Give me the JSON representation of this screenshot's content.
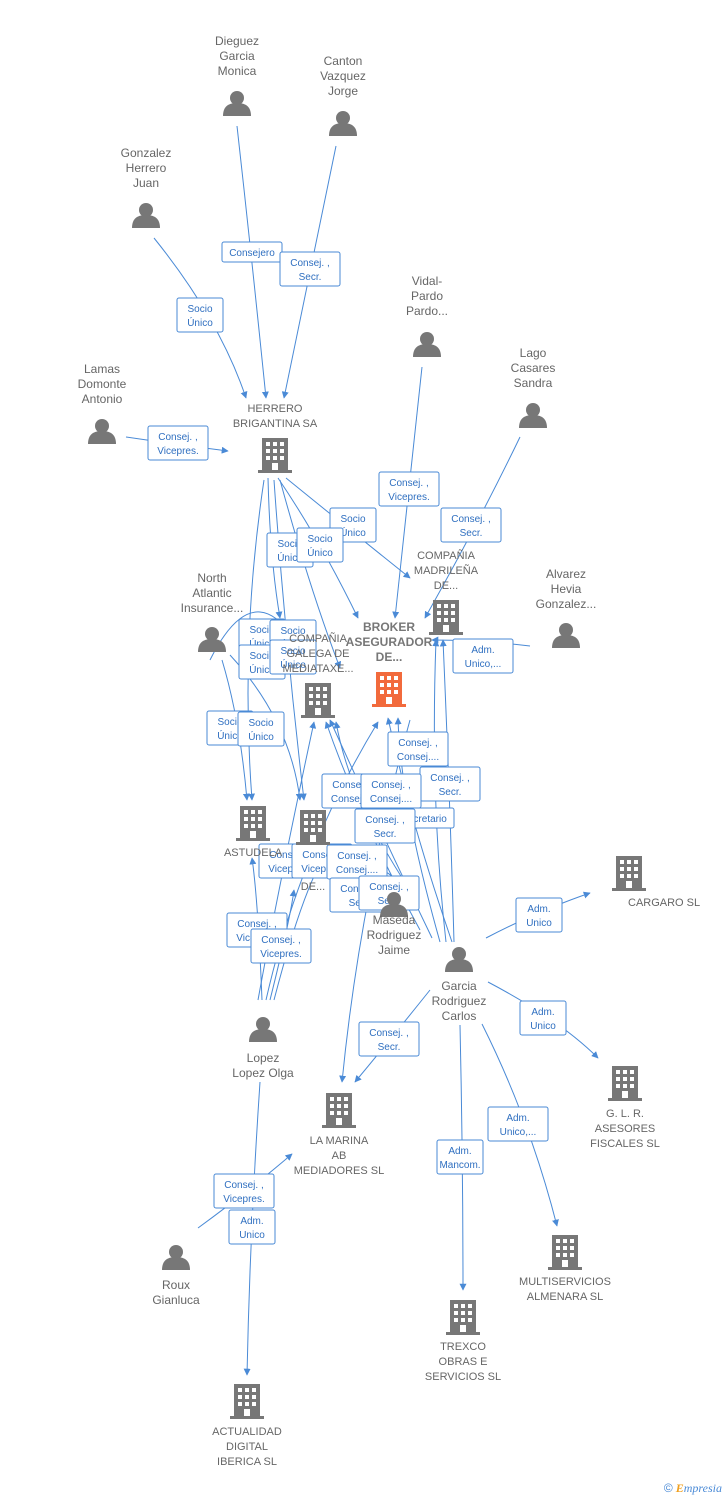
{
  "colors": {
    "edge": "#4a8ad6",
    "person": "#777777",
    "company": "#777777",
    "focus": "#f26a3c",
    "label": "#666666"
  },
  "people": [
    {
      "id": "dieguez",
      "lines": [
        "Dieguez",
        "Garcia",
        "Monica"
      ]
    },
    {
      "id": "canton",
      "lines": [
        "Canton",
        "Vazquez",
        "Jorge"
      ]
    },
    {
      "id": "gonzalez",
      "lines": [
        "Gonzalez",
        "Herrero",
        "Juan"
      ]
    },
    {
      "id": "vidal",
      "lines": [
        "Vidal-",
        "Pardo",
        "Pardo..."
      ]
    },
    {
      "id": "lago",
      "lines": [
        "Lago",
        "Casares",
        "Sandra"
      ]
    },
    {
      "id": "lamas",
      "lines": [
        "Lamas",
        "Domonte",
        "Antonio"
      ]
    },
    {
      "id": "north",
      "lines": [
        "North",
        "Atlantic",
        "Insurance..."
      ]
    },
    {
      "id": "alvarez",
      "lines": [
        "Alvarez",
        "Hevia",
        "Gonzalez..."
      ]
    },
    {
      "id": "maseda",
      "lines": [
        "Maseda",
        "Rodriguez",
        "Jaime"
      ]
    },
    {
      "id": "garcia",
      "lines": [
        "Garcia",
        "Rodriguez",
        "Carlos"
      ]
    },
    {
      "id": "lopez",
      "lines": [
        "Lopez",
        "Lopez Olga"
      ]
    },
    {
      "id": "roux",
      "lines": [
        "Roux",
        "Gianluca"
      ]
    }
  ],
  "companies": [
    {
      "id": "herrero_brigantina",
      "lines": [
        "HERRERO",
        "BRIGANTINA SA"
      ]
    },
    {
      "id": "compania_madrilena",
      "lines": [
        "COMPAÑIA",
        "MADRILEÑA",
        "DE..."
      ]
    },
    {
      "id": "broker",
      "lines": [
        "BROKER",
        "ASEGURADOR",
        "DE..."
      ],
      "focus": true
    },
    {
      "id": "compania_galega",
      "lines": [
        "COMPAÑIA",
        "GALEGA DE",
        "MEDIATAXE..."
      ]
    },
    {
      "id": "astudela",
      "lines": [
        "ASTUDELA"
      ]
    },
    {
      "id": "centro_de",
      "lines": [
        "DE..."
      ]
    },
    {
      "id": "cargaro",
      "lines": [
        "CARGARO SL"
      ]
    },
    {
      "id": "la_marina",
      "lines": [
        "LA MARINA",
        "AB",
        "MEDIADORES SL"
      ]
    },
    {
      "id": "glr",
      "lines": [
        "G.  L.  R.",
        "ASESORES",
        "FISCALES SL"
      ]
    },
    {
      "id": "multiservicios",
      "lines": [
        "MULTISERVICIOS",
        "ALMENARA  SL"
      ]
    },
    {
      "id": "trexco",
      "lines": [
        "TREXCO",
        "OBRAS E",
        "SERVICIOS SL"
      ]
    },
    {
      "id": "actualidad",
      "lines": [
        "ACTUALIDAD",
        "DIGITAL",
        "IBERICA  SL"
      ]
    }
  ],
  "relations": [
    {
      "id": "r1",
      "lines": [
        "Consejero"
      ]
    },
    {
      "id": "r2",
      "lines": [
        "Consej. ,",
        "Secr."
      ]
    },
    {
      "id": "r3",
      "lines": [
        "Socio",
        "Único"
      ]
    },
    {
      "id": "r4",
      "lines": [
        "Consej. ,",
        "Vicepres."
      ]
    },
    {
      "id": "r5",
      "lines": [
        "Consej. ,",
        "Vicepres."
      ]
    },
    {
      "id": "r6",
      "lines": [
        "Consej. ,",
        "Secr."
      ]
    },
    {
      "id": "r7",
      "lines": [
        "Socio",
        "Único"
      ]
    },
    {
      "id": "r8",
      "lines": [
        "Socio",
        "Único"
      ]
    },
    {
      "id": "r9",
      "lines": [
        "Socio",
        "Único"
      ]
    },
    {
      "id": "r10",
      "lines": [
        "Adm.",
        "Unico,..."
      ]
    },
    {
      "id": "r11",
      "lines": [
        "Socio",
        "Único"
      ]
    },
    {
      "id": "r12",
      "lines": [
        "Socio",
        "Único"
      ]
    },
    {
      "id": "r13",
      "lines": [
        "Socio",
        "Único"
      ]
    },
    {
      "id": "r14",
      "lines": [
        "Socio",
        "Único"
      ]
    },
    {
      "id": "r15",
      "lines": [
        "Socio",
        "Único"
      ]
    },
    {
      "id": "r16",
      "lines": [
        "Socio",
        "Único"
      ]
    },
    {
      "id": "r17",
      "lines": [
        "Consej. ,",
        "Consej...."
      ]
    },
    {
      "id": "r18",
      "lines": [
        "Consej. ,",
        "Secr."
      ]
    },
    {
      "id": "r19",
      "lines": [
        "Consej. ,",
        "Consej...."
      ]
    },
    {
      "id": "r20",
      "lines": [
        "Consej. ,",
        "Consej...."
      ]
    },
    {
      "id": "r21",
      "lines": [
        "Secretario"
      ]
    },
    {
      "id": "r22",
      "lines": [
        "Consej. ,",
        "Secr."
      ]
    },
    {
      "id": "r23",
      "lines": [
        "Consej. ,",
        "Vicepres."
      ]
    },
    {
      "id": "r24",
      "lines": [
        "Consej. ,",
        "Vicepres."
      ]
    },
    {
      "id": "r25",
      "lines": [
        "Consej. ,",
        "Consej...."
      ]
    },
    {
      "id": "r26",
      "lines": [
        "Consej. ,",
        "Secr."
      ]
    },
    {
      "id": "r27",
      "lines": [
        "Consej. ,",
        "Secr."
      ]
    },
    {
      "id": "r28",
      "lines": [
        "Consej. ,",
        "Vicepres."
      ]
    },
    {
      "id": "r29",
      "lines": [
        "Consej. ,",
        "Vicepres."
      ]
    },
    {
      "id": "r30",
      "lines": [
        "Adm.",
        "Unico"
      ]
    },
    {
      "id": "r31",
      "lines": [
        "Consej. ,",
        "Secr."
      ]
    },
    {
      "id": "r32",
      "lines": [
        "Adm.",
        "Unico"
      ]
    },
    {
      "id": "r33",
      "lines": [
        "Adm.",
        "Unico,..."
      ]
    },
    {
      "id": "r34",
      "lines": [
        "Adm.",
        "Mancom."
      ]
    },
    {
      "id": "r35",
      "lines": [
        "Consej. ,",
        "Vicepres."
      ]
    },
    {
      "id": "r36",
      "lines": [
        "Adm.",
        "Unico"
      ]
    }
  ],
  "brand": {
    "symbol": "©",
    "initial": "E",
    "rest": "mpresia"
  }
}
